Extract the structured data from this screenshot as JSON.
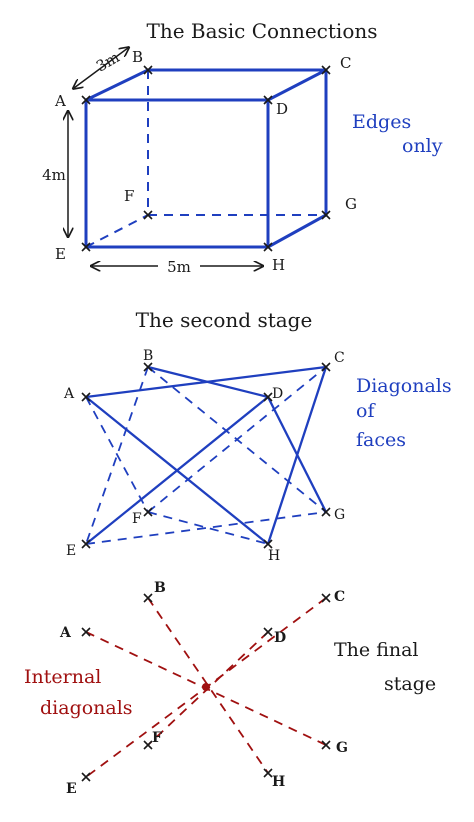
{
  "colors": {
    "ink": "#1a1a1a",
    "blue": "#1f3fbf",
    "red": "#a01010"
  },
  "section1": {
    "title": "The Basic Connections",
    "note_line1": "Edges",
    "note_line2": "only",
    "labels": {
      "A": "A",
      "B": "B",
      "C": "C",
      "D": "D",
      "E": "E",
      "F": "F",
      "G": "G",
      "H": "H"
    },
    "dim_depth": "3m",
    "dim_height": "4m",
    "dim_width": "5m"
  },
  "section2": {
    "title": "The second stage",
    "note_line1": "Diagonals",
    "note_line2": "of",
    "note_line3": "faces",
    "labels": {
      "A": "A",
      "B": "B",
      "C": "C",
      "D": "D",
      "E": "E",
      "F": "F",
      "G": "G",
      "H": "H"
    }
  },
  "section3": {
    "title_line1": "The final",
    "title_line2": "stage",
    "note_line1": "Internal",
    "note_line2": "diagonals",
    "labels": {
      "A": "A",
      "B": "B",
      "C": "C",
      "D": "D",
      "E": "E",
      "F": "F",
      "G": "G",
      "H": "H"
    }
  }
}
